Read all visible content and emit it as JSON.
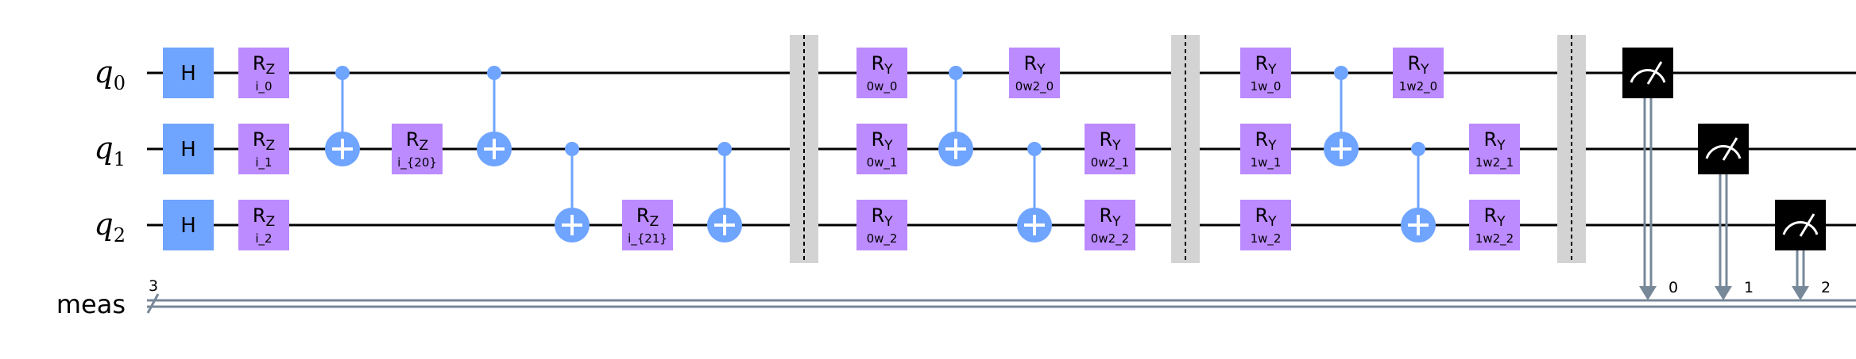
{
  "colors": {
    "h_gate": "#6fa4ff",
    "rot_gate": "#bb8bff",
    "control": "#6fa4ff",
    "barrier": "#d3d3d3",
    "measure": "#000000",
    "classical": "#778899",
    "wire": "#000000"
  },
  "qubits": [
    {
      "label": "q",
      "index": "0"
    },
    {
      "label": "q",
      "index": "1"
    },
    {
      "label": "q",
      "index": "2"
    }
  ],
  "classical_register": {
    "label": "meas",
    "width": "3"
  },
  "operations": [
    {
      "type": "gate",
      "kind": "h",
      "name": "H",
      "qubit": 0,
      "col": 0
    },
    {
      "type": "gate",
      "kind": "h",
      "name": "H",
      "qubit": 1,
      "col": 0
    },
    {
      "type": "gate",
      "kind": "h",
      "name": "H",
      "qubit": 2,
      "col": 0
    },
    {
      "type": "gate",
      "kind": "rot",
      "name": "R",
      "sub": "Z",
      "param": "i_0",
      "qubit": 0,
      "col": 1
    },
    {
      "type": "gate",
      "kind": "rot",
      "name": "R",
      "sub": "Z",
      "param": "i_1",
      "qubit": 1,
      "col": 1
    },
    {
      "type": "gate",
      "kind": "rot",
      "name": "R",
      "sub": "Z",
      "param": "i_2",
      "qubit": 2,
      "col": 1
    },
    {
      "type": "cx",
      "control": 0,
      "target": 1,
      "col": 2
    },
    {
      "type": "gate",
      "kind": "rot",
      "name": "R",
      "sub": "Z",
      "param": "i_{20}",
      "qubit": 1,
      "col": 3
    },
    {
      "type": "cx",
      "control": 0,
      "target": 1,
      "col": 4
    },
    {
      "type": "cx",
      "control": 1,
      "target": 2,
      "col": 5
    },
    {
      "type": "gate",
      "kind": "rot",
      "name": "R",
      "sub": "Z",
      "param": "i_{21}",
      "qubit": 2,
      "col": 6
    },
    {
      "type": "cx",
      "control": 1,
      "target": 2,
      "col": 7
    },
    {
      "type": "barrier",
      "col": 8
    },
    {
      "type": "gate",
      "kind": "rot",
      "name": "R",
      "sub": "Y",
      "param": "0w_0",
      "qubit": 0,
      "col": 9
    },
    {
      "type": "gate",
      "kind": "rot",
      "name": "R",
      "sub": "Y",
      "param": "0w_1",
      "qubit": 1,
      "col": 9
    },
    {
      "type": "gate",
      "kind": "rot",
      "name": "R",
      "sub": "Y",
      "param": "0w_2",
      "qubit": 2,
      "col": 9
    },
    {
      "type": "cx",
      "control": 0,
      "target": 1,
      "col": 10
    },
    {
      "type": "gate",
      "kind": "rot",
      "name": "R",
      "sub": "Y",
      "param": "0w2_0",
      "qubit": 0,
      "col": 11
    },
    {
      "type": "cx",
      "control": 1,
      "target": 2,
      "col": 11
    },
    {
      "type": "gate",
      "kind": "rot",
      "name": "R",
      "sub": "Y",
      "param": "0w2_1",
      "qubit": 1,
      "col": 12
    },
    {
      "type": "gate",
      "kind": "rot",
      "name": "R",
      "sub": "Y",
      "param": "0w2_2",
      "qubit": 2,
      "col": 12
    },
    {
      "type": "barrier",
      "col": 13
    },
    {
      "type": "gate",
      "kind": "rot",
      "name": "R",
      "sub": "Y",
      "param": "1w_0",
      "qubit": 0,
      "col": 14
    },
    {
      "type": "gate",
      "kind": "rot",
      "name": "R",
      "sub": "Y",
      "param": "1w_1",
      "qubit": 1,
      "col": 14
    },
    {
      "type": "gate",
      "kind": "rot",
      "name": "R",
      "sub": "Y",
      "param": "1w_2",
      "qubit": 2,
      "col": 14
    },
    {
      "type": "cx",
      "control": 0,
      "target": 1,
      "col": 15
    },
    {
      "type": "gate",
      "kind": "rot",
      "name": "R",
      "sub": "Y",
      "param": "1w2_0",
      "qubit": 0,
      "col": 16
    },
    {
      "type": "cx",
      "control": 1,
      "target": 2,
      "col": 16
    },
    {
      "type": "gate",
      "kind": "rot",
      "name": "R",
      "sub": "Y",
      "param": "1w2_1",
      "qubit": 1,
      "col": 17
    },
    {
      "type": "gate",
      "kind": "rot",
      "name": "R",
      "sub": "Y",
      "param": "1w2_2",
      "qubit": 2,
      "col": 17
    },
    {
      "type": "barrier",
      "col": 18
    },
    {
      "type": "measure",
      "qubit": 0,
      "clbit": "0",
      "col": 19
    },
    {
      "type": "measure",
      "qubit": 1,
      "clbit": "1",
      "col": 20
    },
    {
      "type": "measure",
      "qubit": 2,
      "clbit": "2",
      "col": 21
    }
  ]
}
